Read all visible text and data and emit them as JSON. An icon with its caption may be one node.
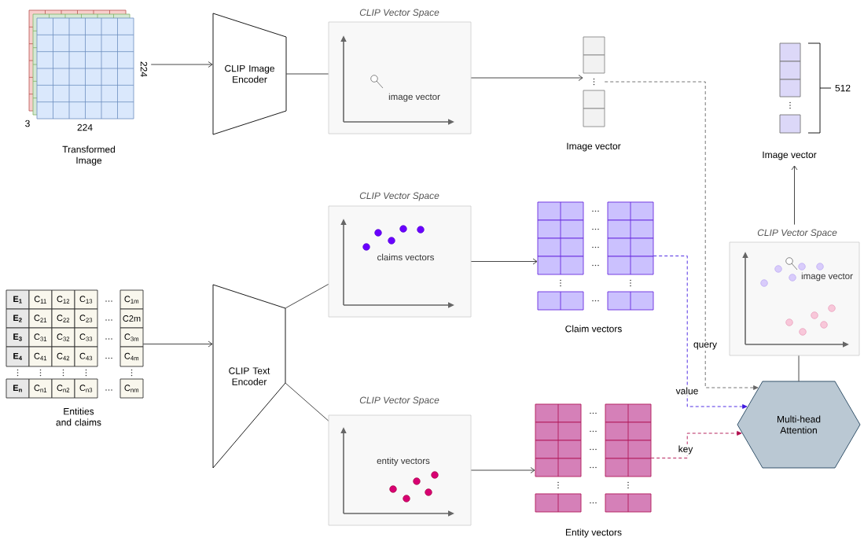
{
  "diagram": {
    "nodes": [
      {
        "text": [],
        "shape": "picture",
        "beside": [
          "224",
          "3",
          "224",
          "Transformed Image"
        ]
      },
      {
        "text": [
          "CLIP Image Encoder"
        ]
      },
      {
        "text": [
          "CLIP Vector Space",
          "image vector"
        ]
      },
      {
        "text": [],
        "shape": "bar",
        "beside": [
          "Image vector"
        ]
      },
      {
        "text": [],
        "shape": "bar",
        "beside": [
          "512",
          "Image vector"
        ]
      },
      {
        "text": [],
        "shape": "table",
        "beside": [
          "Entities and claims"
        ]
      },
      {
        "text": [
          "CLIP Text Encoder"
        ]
      },
      {
        "text": [
          "CLIP Vector Space",
          "claims vectors"
        ]
      },
      {
        "text": [],
        "shape": "grid",
        "beside": [
          "Claim vectors"
        ]
      },
      {
        "text": [
          "CLIP Vector Space",
          "image vector"
        ]
      },
      {
        "text": [
          "CLIP Vector Space",
          "entity vectors"
        ]
      },
      {
        "text": [
          "Multi-head Attention"
        ]
      },
      {
        "text": [],
        "shape": "grid",
        "beside": [
          "Entity vectors"
        ]
      }
    ],
    "edges": [
      {
        "from": 0,
        "to": 1,
        "arrow": "to"
      },
      {
        "from": 1,
        "to": 2,
        "arrow": "none"
      },
      {
        "from": 2,
        "to": 3,
        "arrow": "to"
      },
      {
        "from": 3,
        "to": 11,
        "arrow": "to",
        "style": "dashed",
        "color": "#666666",
        "label": "query"
      },
      {
        "from": 5,
        "to": 6,
        "arrow": "to"
      },
      {
        "from": 6,
        "to": 7,
        "arrow": "none"
      },
      {
        "from": 6,
        "to": 10,
        "arrow": "none"
      },
      {
        "from": 7,
        "to": 8,
        "arrow": "to"
      },
      {
        "from": 8,
        "to": 11,
        "arrow": "to",
        "style": "dashed",
        "color": "#3f19e0",
        "label": "value"
      },
      {
        "from": 10,
        "to": 12,
        "arrow": "to"
      },
      {
        "from": 12,
        "to": 11,
        "arrow": "to",
        "style": "dashed",
        "color": "#b0104f",
        "label": "key"
      },
      {
        "from": 11,
        "to": 9,
        "arrow": "none"
      },
      {
        "from": 9,
        "to": 4,
        "arrow": "to"
      }
    ],
    "labels": [
      "E$_{1}$",
      "C$_{11}$",
      "C$_{12}$",
      "C$_{13}$",
      "C$_{1m}$",
      "E$_{2}$",
      "C$_{21}$",
      "C$_{22}$",
      "C$_{23}$",
      "C2m",
      "E$_{3}$",
      "C$_{31}$",
      "C$_{32}$",
      "C$_{33}$",
      "C$_{3m}$",
      "E$_{4}$",
      "C$_{41}$",
      "C$_{42}$",
      "C$_{43}$",
      "C$_{4m}$",
      "E$_{n}$",
      "C$_{n1}$",
      "C$_{n2}$",
      "C$_{n3}$",
      "C$_{nm}$"
    ]
  }
}
